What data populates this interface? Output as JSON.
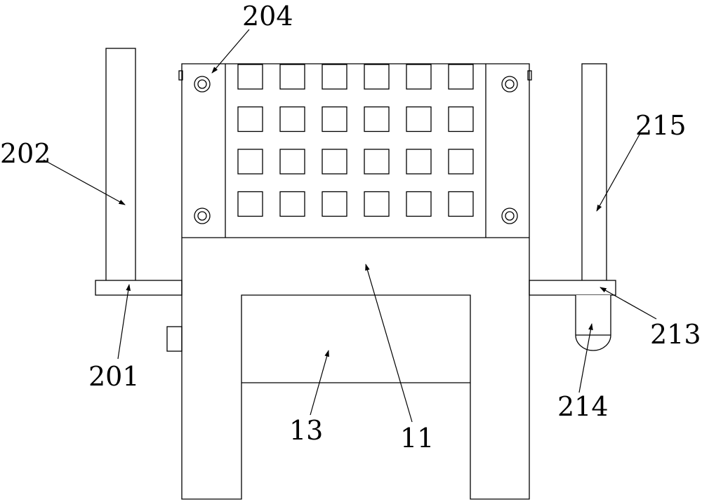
{
  "labels": {
    "l204": "204",
    "l202": "202",
    "l215": "215",
    "l201": "201",
    "l213": "213",
    "l214": "214",
    "l13": "13",
    "l11": "11"
  },
  "grid": {
    "rows": 4,
    "cols": 6
  },
  "colors": {
    "line": "#000000",
    "background": "#ffffff"
  }
}
